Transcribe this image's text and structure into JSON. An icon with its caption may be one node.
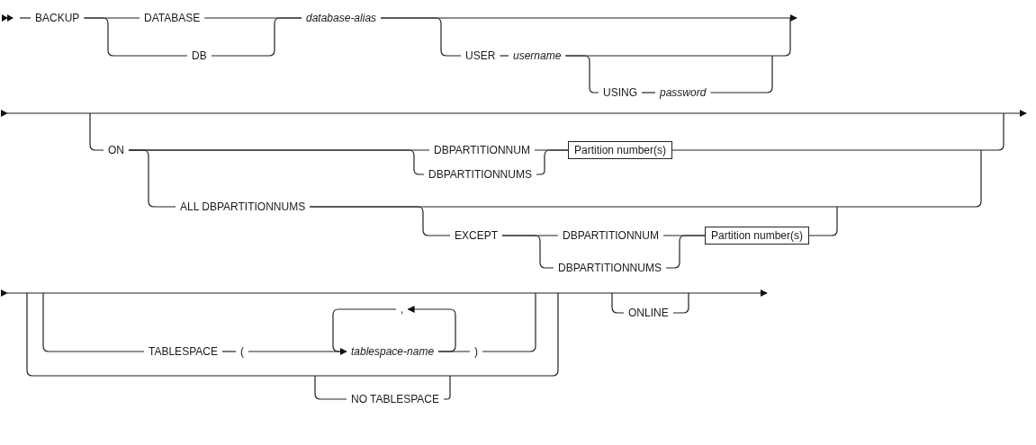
{
  "diagram": {
    "nodes": [
      {
        "text": [
          "BACKUP"
        ]
      },
      {
        "text": [
          "DATABASE"
        ]
      },
      {
        "text": [
          "DB"
        ]
      },
      {
        "text": [
          "database-alias"
        ]
      },
      {
        "text": [
          "USER"
        ]
      },
      {
        "text": [
          "username"
        ]
      },
      {
        "text": [
          "USING"
        ]
      },
      {
        "text": [
          "password"
        ]
      },
      {
        "text": [
          "ON"
        ]
      },
      {
        "text": [
          "DBPARTITIONNUM"
        ]
      },
      {
        "text": [
          "DBPARTITIONNUMS"
        ]
      },
      {
        "text": [
          "Partition number(s)"
        ]
      },
      {
        "text": [
          "ALL DBPARTITIONNUMS"
        ]
      },
      {
        "text": [
          "EXCEPT"
        ]
      },
      {
        "text": [
          "DBPARTITIONNUM"
        ]
      },
      {
        "text": [
          "DBPARTITIONNUMS"
        ]
      },
      {
        "text": [
          "Partition number(s)"
        ]
      },
      {
        "text": [
          "TABLESPACE"
        ]
      },
      {
        "text": [
          "("
        ]
      },
      {
        "text": [
          ","
        ]
      },
      {
        "text": [
          "tablespace-name"
        ]
      },
      {
        "text": [
          ")"
        ]
      },
      {
        "text": [
          "NO TABLESPACE"
        ]
      },
      {
        "text": [
          "ONLINE"
        ]
      }
    ],
    "edges": [
      {
        "from": 0,
        "to": 1,
        "arrow": "none"
      },
      {
        "from": 0,
        "to": 2,
        "arrow": "none"
      },
      {
        "from": 1,
        "to": 3,
        "arrow": "none"
      },
      {
        "from": 2,
        "to": 3,
        "arrow": "none"
      },
      {
        "from": 3,
        "to": 4,
        "arrow": "none"
      },
      {
        "from": 4,
        "to": 5,
        "arrow": "none"
      },
      {
        "from": 5,
        "to": 6,
        "arrow": "none"
      },
      {
        "from": 6,
        "to": 7,
        "arrow": "none"
      },
      {
        "from": 8,
        "to": 9,
        "arrow": "none"
      },
      {
        "from": 8,
        "to": 10,
        "arrow": "none"
      },
      {
        "from": 8,
        "to": 12,
        "arrow": "none"
      },
      {
        "from": 9,
        "to": 11,
        "arrow": "none"
      },
      {
        "from": 10,
        "to": 11,
        "arrow": "none"
      },
      {
        "from": 12,
        "to": 13,
        "arrow": "none"
      },
      {
        "from": 13,
        "to": 14,
        "arrow": "none"
      },
      {
        "from": 13,
        "to": 15,
        "arrow": "none"
      },
      {
        "from": 14,
        "to": 16,
        "arrow": "none"
      },
      {
        "from": 15,
        "to": 16,
        "arrow": "none"
      },
      {
        "from": 17,
        "to": 18,
        "arrow": "none"
      },
      {
        "from": 18,
        "to": 20,
        "arrow": "none"
      },
      {
        "from": 20,
        "to": 21,
        "arrow": "none"
      },
      {
        "from": 20,
        "to": 19,
        "arrow": "to"
      },
      {
        "from": 19,
        "to": 20,
        "arrow": "to"
      },
      {
        "from": null,
        "to": 0,
        "arrow": "none"
      },
      {
        "from": 3,
        "to": null,
        "arrow": "to"
      },
      {
        "from": 5,
        "to": null,
        "arrow": "none"
      },
      {
        "from": 7,
        "to": null,
        "arrow": "none"
      },
      {
        "from": null,
        "to": 8,
        "arrow": "none"
      },
      {
        "from": 11,
        "to": null,
        "arrow": "none"
      },
      {
        "from": 12,
        "to": null,
        "arrow": "none"
      },
      {
        "from": 16,
        "to": null,
        "arrow": "none"
      },
      {
        "from": null,
        "to": 17,
        "arrow": "none"
      },
      {
        "from": 21,
        "to": null,
        "arrow": "none"
      },
      {
        "from": null,
        "to": 22,
        "arrow": "none"
      },
      {
        "from": 22,
        "to": null,
        "arrow": "none"
      },
      {
        "from": null,
        "to": 23,
        "arrow": "none"
      },
      {
        "from": 23,
        "to": null,
        "arrow": "none"
      }
    ]
  }
}
